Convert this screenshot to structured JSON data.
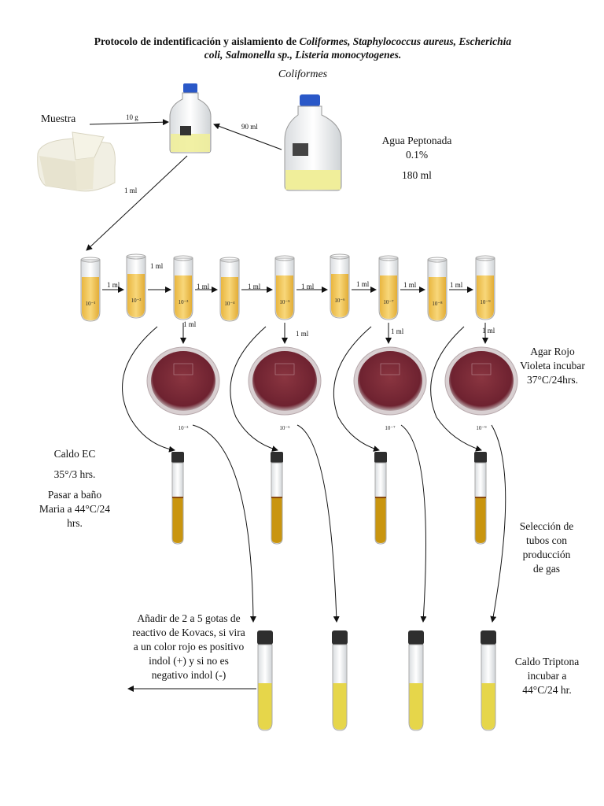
{
  "title": {
    "line1_plain": "Protocolo de indentificación y aislamiento de ",
    "line1_italic": "Coliformes, Staphylococcus aureus, Escherichia",
    "line2_italic": "coli, Salmonella sp., Listeria monocytogenes."
  },
  "subtitle": "Coliformes",
  "sample": {
    "label": "Muestra",
    "amount": "10 g"
  },
  "peptone": {
    "line1": "Agua Peptonada",
    "line2": "0.1%",
    "volume": "180 ml",
    "transfer": "90 ml"
  },
  "transfer_1ml": "1 ml",
  "dilutions": [
    "10⁻¹",
    "10⁻²",
    "10⁻³",
    "10⁻⁴",
    "10⁻⁵",
    "10⁻⁶",
    "10⁻⁷",
    "10⁻⁸",
    "10⁻⁹"
  ],
  "plate_labels": [
    "10⁻³",
    "10⁻⁵",
    "10⁻⁷",
    "10⁻⁹"
  ],
  "agar": {
    "line1": "Agar Rojo",
    "line2": "Violeta incubar",
    "line3": "37°C/24hrs."
  },
  "ec_broth": {
    "line1": "Caldo EC",
    "line2": "35°/3 hrs.",
    "line3": "Pasar a baño",
    "line4": "Maria a 44°C/24",
    "line5": "hrs."
  },
  "gas_selection": {
    "line1": "Selección de",
    "line2": "tubos con",
    "line3": "producción",
    "line4": "de gas"
  },
  "kovacs": {
    "line1": "Añadir de 2 a 5 gotas de",
    "line2": "reactivo de Kovacs, si vira",
    "line3": "a un color rojo es positivo",
    "line4": "indol (+) y si no es",
    "line5": "negativo indol (-)"
  },
  "tryptone": {
    "line1": "Caldo Triptona",
    "line2": "incubar a",
    "line3": "44°C/24 hr."
  },
  "colors": {
    "medium": "#f3c85a",
    "agar": "#7c2a34",
    "ec_broth": "#c9950f",
    "tryptone": "#e6d64a",
    "cap": "#2e2e2e",
    "bottle_cap": "#2a58c8"
  }
}
